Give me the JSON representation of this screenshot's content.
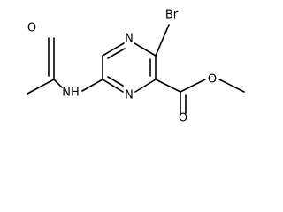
{
  "molecule": {
    "atoms": {
      "n_ring_top": "N",
      "n_ring_bottom": "N",
      "br": "Br",
      "o_acetyl": "O",
      "nh": "NH",
      "o_carbonyl": "O",
      "o_ester": "O"
    }
  }
}
